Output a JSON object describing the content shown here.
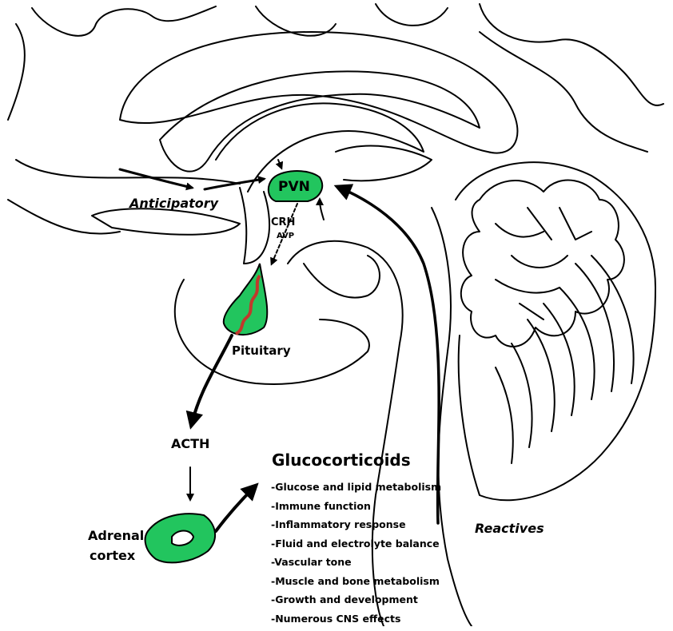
{
  "labels": {
    "pvn": "PVN",
    "crh": "CRH",
    "avp": "AVP",
    "anticipatory": "Anticipatory",
    "pituitary": "Pituitary",
    "acth": "ACTH",
    "adrenal_cortex_line1": "Adrenal",
    "adrenal_cortex_line2": "cortex",
    "reactives": "Reactives"
  },
  "glucocorticoids": {
    "title": "Glucocorticoids",
    "effects": [
      "-Glucose and lipid metabolism",
      "-Immune function",
      "-Inflammatory response",
      "-Fluid and electrolyte balance",
      "-Vascular tone",
      "-Muscle and bone metabolism",
      "-Growth and development",
      "-Numerous CNS effects"
    ]
  },
  "colors": {
    "organ_fill": "#22c55e",
    "portal_vessel": "#c0392b",
    "line": "#000000"
  }
}
